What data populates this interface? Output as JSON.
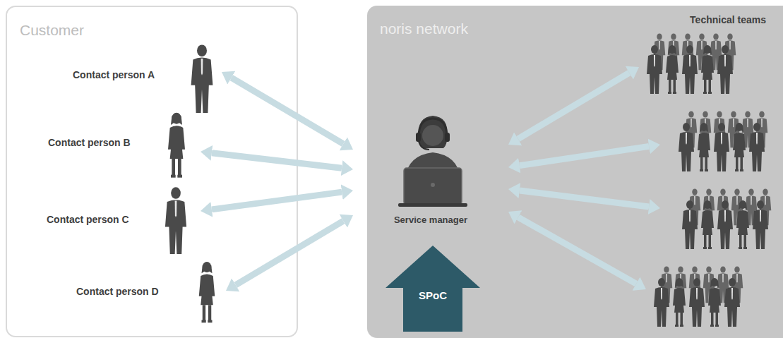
{
  "diagram": {
    "nodes": [
      {
        "text": [
          "Customer"
        ]
      },
      {
        "text": [
          "noris network"
        ]
      },
      {
        "text": [
          "Contact person A"
        ],
        "in": 0
      },
      {
        "text": [
          "Contact person B"
        ],
        "in": 0
      },
      {
        "text": [
          "Contact person C"
        ],
        "in": 0
      },
      {
        "text": [
          "Contact person D"
        ],
        "in": 0
      },
      {
        "text": [
          "Service manager"
        ],
        "in": 1
      },
      {
        "text": [
          "SPoC"
        ],
        "in": 1
      },
      {
        "text": [
          "Technical teams"
        ],
        "in": 1
      }
    ],
    "edges": [
      {
        "from": 2,
        "to": 6,
        "arrow": "both"
      },
      {
        "from": 3,
        "to": 6,
        "arrow": "both"
      },
      {
        "from": 4,
        "to": 6,
        "arrow": "both"
      },
      {
        "from": 5,
        "to": 6,
        "arrow": "both"
      },
      {
        "from": 6,
        "to": 8,
        "arrow": "both"
      },
      {
        "from": 6,
        "to": 8,
        "arrow": "both"
      },
      {
        "from": 6,
        "to": 8,
        "arrow": "both"
      },
      {
        "from": 6,
        "to": 8,
        "arrow": "both"
      }
    ]
  }
}
